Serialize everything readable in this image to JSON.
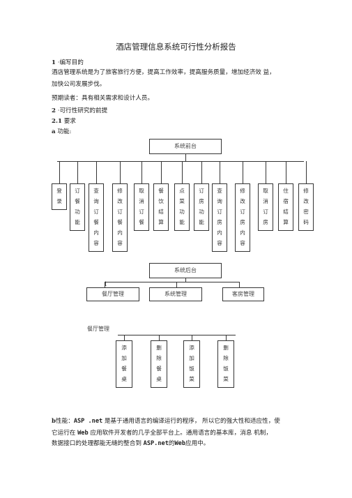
{
  "doc": {
    "title": "酒店管理信息系统可行性分析报告",
    "s1_num": "1",
    "s1_title": "·编写目的",
    "p1_line1": "酒店管理系统是为了旅客旅行方便，提高工作效率，提高服务质量，增加经济效 益，",
    "p1_line2": "加快公司发展步伐。",
    "p2": "预期读者：具有相关需求和设计人员。",
    "s2_num": "2",
    "s2_title": "·可行性研究的前提",
    "s21_num": "2.1",
    "s21_title": "要求",
    "a_label": "a",
    "a_text": "功能:",
    "b_label": "b",
    "b_text1": "性能：",
    "b_asp": "ASP .net",
    "b_text2": "是基于通用语言的编译运行的程序， 所以它的强大性和适应性，使",
    "b_line2_pre": "它运行在",
    "b_web": "Web",
    "b_line2_post": "应用软件开发者的几乎全部平台上。通用语言的基本库，消息 机制，",
    "b_line3_pre": "数据接口的处理都能无缝的整合到",
    "b_aspnet": "ASP.net",
    "b_line3_mid": "的",
    "b_web2": "Web",
    "b_line3_post": "应用中。"
  },
  "frontend": {
    "root": "系统前台",
    "items": [
      [
        "登",
        "录"
      ],
      [
        "订",
        "餐",
        "功",
        "能"
      ],
      [
        "查",
        "询",
        "订",
        "餐",
        "内",
        "容"
      ],
      [
        "修",
        "改",
        "订",
        "餐",
        "内",
        "容"
      ],
      [
        "取",
        "消",
        "订",
        "餐"
      ],
      [
        "餐",
        "饮",
        "结",
        "算"
      ],
      [
        "点",
        "菜",
        "功",
        "能"
      ],
      [
        "订",
        "房",
        "功",
        "能"
      ],
      [
        "查",
        "询",
        "订",
        "房",
        "内",
        "容"
      ],
      [
        "修",
        "改",
        "订",
        "房",
        "内",
        "容"
      ],
      [
        "取",
        "消",
        "订",
        "房"
      ],
      [
        "住",
        "宿",
        "结",
        "算"
      ],
      [
        "修",
        "改",
        "密",
        "码"
      ]
    ]
  },
  "backend": {
    "root": "系统后台",
    "marker": "1",
    "children": [
      "餐厅管理",
      "系统管理",
      "客房管理"
    ]
  },
  "restaurant": {
    "label": "餐厅管理",
    "items": [
      [
        "添",
        "加",
        "餐",
        "桌"
      ],
      [
        "删",
        "除",
        "餐",
        "桌"
      ],
      [
        "添",
        "加",
        "饭",
        "菜"
      ],
      [
        "删",
        "除",
        "饭",
        "菜"
      ]
    ]
  }
}
